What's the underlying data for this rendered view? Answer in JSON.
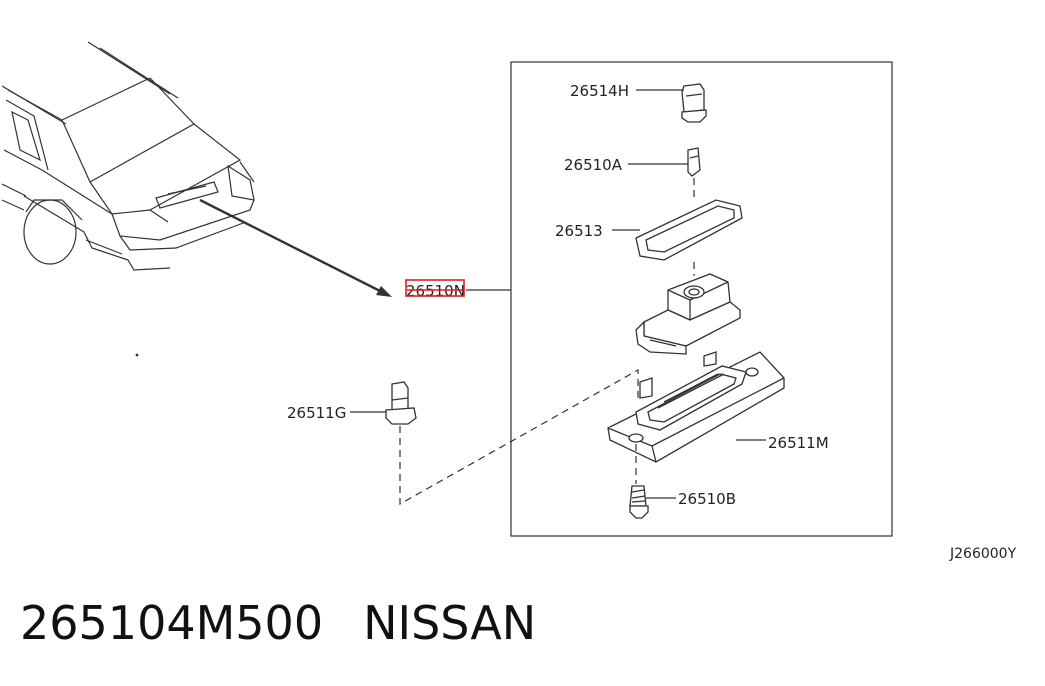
{
  "diagram_code": "J266000Y",
  "part_labels": {
    "p26514H": "26514H",
    "p26510A": "26510A",
    "p26513": "26513",
    "p26510N": "26510N",
    "p26511G": "26511G",
    "p26511M": "26511M",
    "p26510B": "26510B"
  },
  "highlight_color": "#e8191f",
  "footer": {
    "part_number": "265104M500",
    "brand": "NISSAN"
  }
}
